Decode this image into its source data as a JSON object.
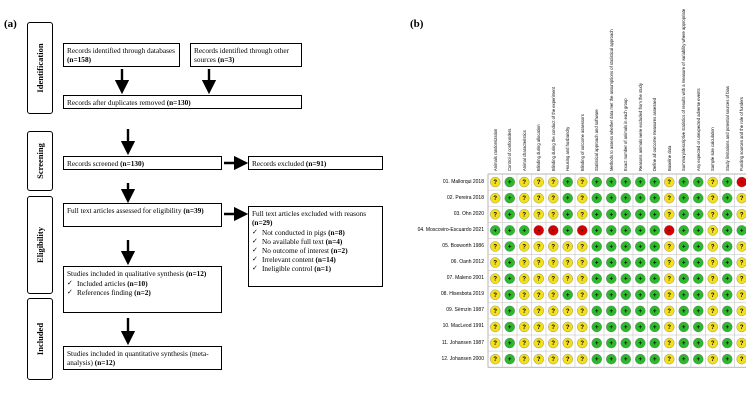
{
  "panel_a_label": "(a)",
  "panel_b_label": "(b)",
  "stages": [
    "Identification",
    "Screening",
    "Eligibility",
    "Included"
  ],
  "boxes": {
    "db_records": {
      "text": "Records identified through databases ",
      "count": "(n=158)"
    },
    "other_records": {
      "text": "Records identified through other sources ",
      "count": "(n=3)"
    },
    "after_duplicates": {
      "text": "Records after duplicates removed ",
      "count": "(n=130)"
    },
    "screened": {
      "text": "Records screened ",
      "count": "(n=130)"
    },
    "excluded": {
      "text": "Records excluded ",
      "count": "(n=91)"
    },
    "full_text": {
      "text": "Full text articles assessed for eligibility ",
      "count": "(n=39)"
    },
    "full_text_excluded": {
      "text": "Full text articles excluded with reasons ",
      "count": "(n=29)",
      "reasons": [
        {
          "text": "Not conducted in pigs ",
          "count": "(n=8)"
        },
        {
          "text": "No available full text ",
          "count": "(n=4)"
        },
        {
          "text": "No outcome of interest ",
          "count": "(n=2)"
        },
        {
          "text": "Irrelevant content ",
          "count": "(n=14)"
        },
        {
          "text": "Ineligible control ",
          "count": "(n=1)"
        }
      ]
    },
    "qualitative": {
      "text": "Studies included in qualitative synthesis ",
      "count": "(n=12)",
      "items": [
        {
          "text": "Included articles ",
          "count": "(n=10)"
        },
        {
          "text": "References finding ",
          "count": "(n=2)"
        }
      ]
    },
    "quantitative": {
      "text": "Studies included in quantitative synthesis (meta-analysis) ",
      "count": "(n=12)"
    }
  },
  "chart_data": {
    "type": "heatmap",
    "columns": [
      "Animals randomization",
      "Control of confounders",
      "Animal characteristics",
      "Blinding during allocation",
      "Blinding during the conduct of the experiment",
      "Housing and husbandry",
      "Blinding of outcome assessors",
      "Statistical approach and software",
      "Methods to assess whether data met the assumptions of statistical approach",
      "Exact number of animals in each group",
      "Reasons animals were excluded from the study",
      "Define all outcome measures assessed",
      "Baseline data",
      "Summary/descriptive statistics of results with a measure of variability where appropriate",
      "Any expected or unexpected adverse events",
      "Sample size calculation",
      "Study limitations and potential sources of bias",
      "Funding sources and the role of funders"
    ],
    "rows": [
      {
        "study": "01. Mallorqui 2018",
        "values": [
          "?",
          "+",
          "?",
          "?",
          "?",
          "+",
          "?",
          "+",
          "+",
          "+",
          "+",
          "+",
          "?",
          "+",
          "+",
          "?",
          "+",
          "-"
        ]
      },
      {
        "study": "02. Pereira 2018",
        "values": [
          "?",
          "+",
          "?",
          "?",
          "?",
          "+",
          "?",
          "+",
          "+",
          "+",
          "+",
          "+",
          "?",
          "+",
          "+",
          "?",
          "+",
          "?"
        ]
      },
      {
        "study": "03. Ohn 2020",
        "values": [
          "?",
          "+",
          "?",
          "?",
          "?",
          "+",
          "?",
          "+",
          "+",
          "+",
          "+",
          "+",
          "?",
          "+",
          "+",
          "?",
          "+",
          "?"
        ]
      },
      {
        "study": "04. Moscoviro-Escuardo 2021",
        "values": [
          "+",
          "+",
          "+",
          "-",
          "-",
          "+",
          "-",
          "+",
          "+",
          "+",
          "+",
          "+",
          "-",
          "+",
          "+",
          "?",
          "+",
          "+"
        ]
      },
      {
        "study": "05. Bosworth 1986",
        "values": [
          "?",
          "+",
          "?",
          "?",
          "?",
          "?",
          "?",
          "+",
          "+",
          "+",
          "+",
          "+",
          "?",
          "+",
          "+",
          "?",
          "+",
          "?"
        ]
      },
      {
        "study": "06. Oanh 2012",
        "values": [
          "?",
          "+",
          "?",
          "?",
          "?",
          "?",
          "?",
          "+",
          "+",
          "+",
          "+",
          "+",
          "?",
          "+",
          "+",
          "?",
          "+",
          "?"
        ]
      },
      {
        "study": "07. Maleno 2001",
        "values": [
          "?",
          "+",
          "?",
          "?",
          "?",
          "?",
          "?",
          "+",
          "+",
          "+",
          "+",
          "+",
          "?",
          "+",
          "+",
          "?",
          "+",
          "?"
        ]
      },
      {
        "study": "08. Hisesbota 2019",
        "values": [
          "?",
          "+",
          "?",
          "?",
          "?",
          "+",
          "?",
          "+",
          "+",
          "+",
          "+",
          "+",
          "?",
          "+",
          "+",
          "?",
          "+",
          "?"
        ]
      },
      {
        "study": "09. Sërnzin 1987",
        "values": [
          "?",
          "+",
          "?",
          "?",
          "?",
          "?",
          "?",
          "+",
          "+",
          "+",
          "+",
          "+",
          "?",
          "+",
          "+",
          "?",
          "+",
          "?"
        ]
      },
      {
        "study": "10. MacLeod 1991",
        "values": [
          "?",
          "+",
          "?",
          "?",
          "?",
          "?",
          "?",
          "+",
          "+",
          "+",
          "+",
          "+",
          "?",
          "+",
          "+",
          "?",
          "+",
          "?"
        ]
      },
      {
        "study": "11. Johansen 1987",
        "values": [
          "?",
          "+",
          "?",
          "?",
          "?",
          "?",
          "?",
          "+",
          "+",
          "+",
          "+",
          "+",
          "?",
          "+",
          "+",
          "?",
          "+",
          "?"
        ]
      },
      {
        "study": "12. Johansen 2000",
        "values": [
          "?",
          "+",
          "?",
          "?",
          "?",
          "?",
          "?",
          "+",
          "+",
          "+",
          "+",
          "+",
          "?",
          "+",
          "+",
          "?",
          "+",
          "?"
        ]
      }
    ],
    "symbols": {
      "+": "+",
      "-": "-",
      "?": "?"
    },
    "colors": {
      "+": "#2db82d",
      "-": "#d40000",
      "?": "#f2e01e"
    }
  }
}
